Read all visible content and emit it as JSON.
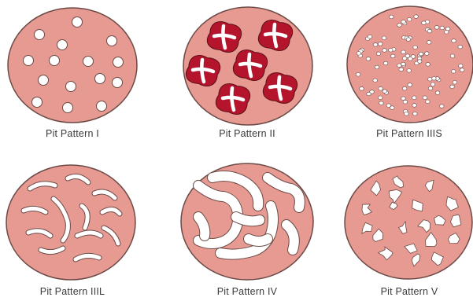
{
  "colors": {
    "disc_fill": "#e79a92",
    "disc_stroke": "#6b4a46",
    "pit_fill": "#ffffff",
    "pit_stroke": "#6b4a46",
    "crypt_fill": "#b4142c",
    "crypt_stroke": "#5a1018",
    "label_text": "#3a3a3a"
  },
  "patterns": [
    {
      "label": "Pit Pattern I"
    },
    {
      "label": "Pit Pattern II"
    },
    {
      "label": "Pit Pattern IIIS"
    },
    {
      "label": "Pit Pattern IIIL"
    },
    {
      "label": "Pit Pattern IV"
    },
    {
      "label": "Pit Pattern V"
    }
  ]
}
